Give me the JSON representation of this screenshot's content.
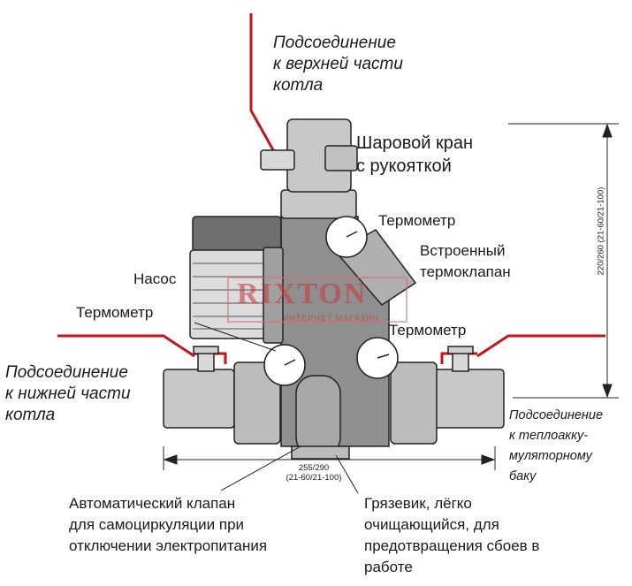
{
  "labels": {
    "top_connection": [
      "Подсоединение",
      "к верхней части",
      "котла"
    ],
    "ball_valve": [
      "Шаровой кран",
      "с рукояткой"
    ],
    "thermometer_top": "Термометр",
    "thermo_valve": [
      "Встроенный",
      "термоклапан"
    ],
    "pump": "Насос",
    "thermometer_left": "Термометр",
    "thermometer_right": "Термометр",
    "bottom_connection": [
      "Подсоединение",
      "к нижней части",
      "котла"
    ],
    "tank_connection": [
      "Подсоединение",
      "к теплоакку-",
      "муляторному",
      "баку"
    ],
    "auto_valve": [
      "Автоматический клапан",
      "для самоциркуляции при",
      "отключении электропитания"
    ],
    "dirt_trap": [
      "Грязевик, лёгко",
      "очищающийся, для",
      "предотвращения сбоев в",
      "работе"
    ]
  },
  "dimensions": {
    "width": [
      "255/290",
      "(21-60/21-100)"
    ],
    "height": "220/260 (21-60/21-100)"
  },
  "watermark": {
    "brand": "RIXTON",
    "tagline": "ИНТЕРНЕТ МАГАЗИН"
  },
  "colors": {
    "pipe": "#c0161c",
    "body": "#bfbfbf",
    "body_dark": "#8f8f8f",
    "outline": "#222222",
    "watermark": "#d86f6f"
  }
}
